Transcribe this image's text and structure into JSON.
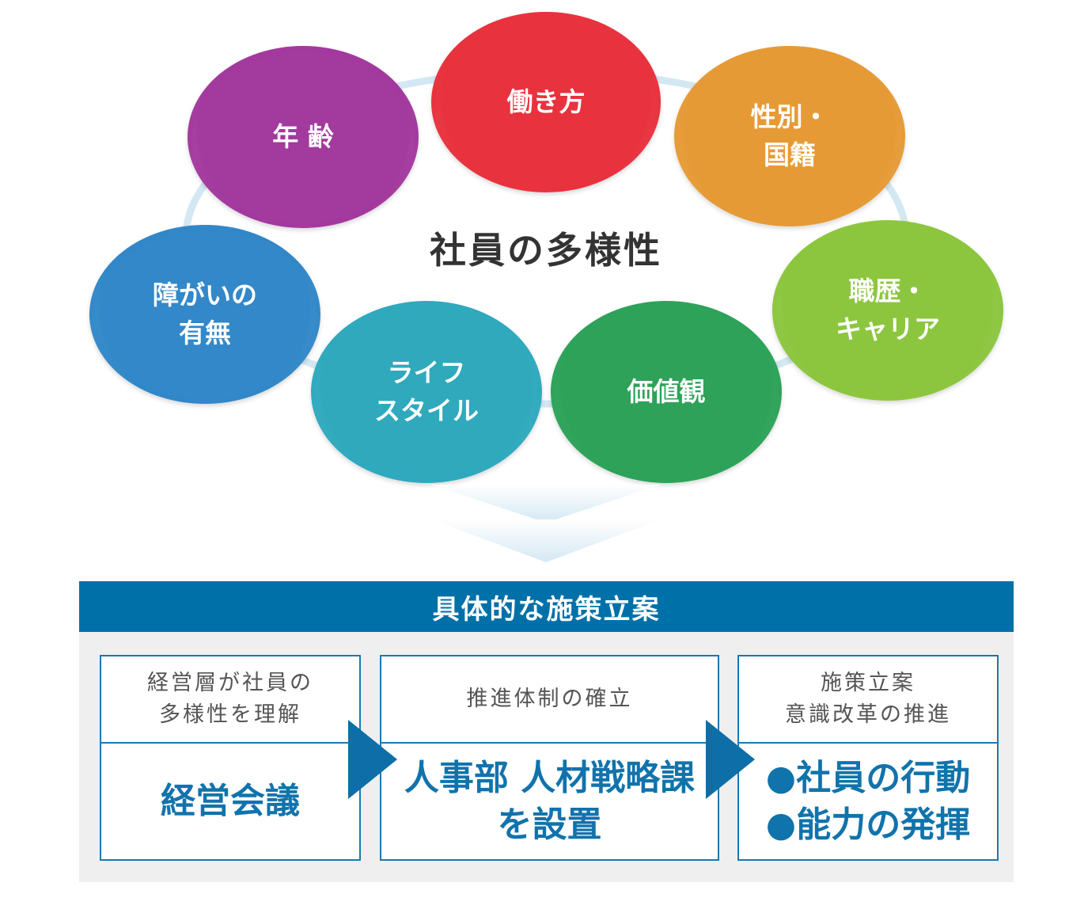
{
  "diagram": {
    "center_title": "社員の多様性",
    "bubbles": [
      {
        "label": "働き方",
        "color": "#e8323e"
      },
      {
        "label": "年 齢",
        "color": "#a33a9e"
      },
      {
        "label": "性別・\n国籍",
        "color": "#e69a36"
      },
      {
        "label": "障がいの\n有無",
        "color": "#3288c8"
      },
      {
        "label": "職歴・\nキャリア",
        "color": "#8cc63f"
      },
      {
        "label": "ライフ\nスタイル",
        "color": "#30a9bd"
      },
      {
        "label": "価値観",
        "color": "#2ea259"
      }
    ],
    "ring_color": "#d3e8f3"
  },
  "panel": {
    "header": "具体的な施策立案",
    "header_color": "#0070a8",
    "accent_color": "#1173ac",
    "boxes": [
      {
        "top": "経営層が社員の\n多様性を理解",
        "bottom": "経営会議"
      },
      {
        "top": "推進体制の確立",
        "bottom": "人事部 人材戦略課\nを設置"
      },
      {
        "top": "施策立案\n意識改革の推進",
        "bottom": "●社員の行動\n●能力の発揮"
      }
    ]
  }
}
